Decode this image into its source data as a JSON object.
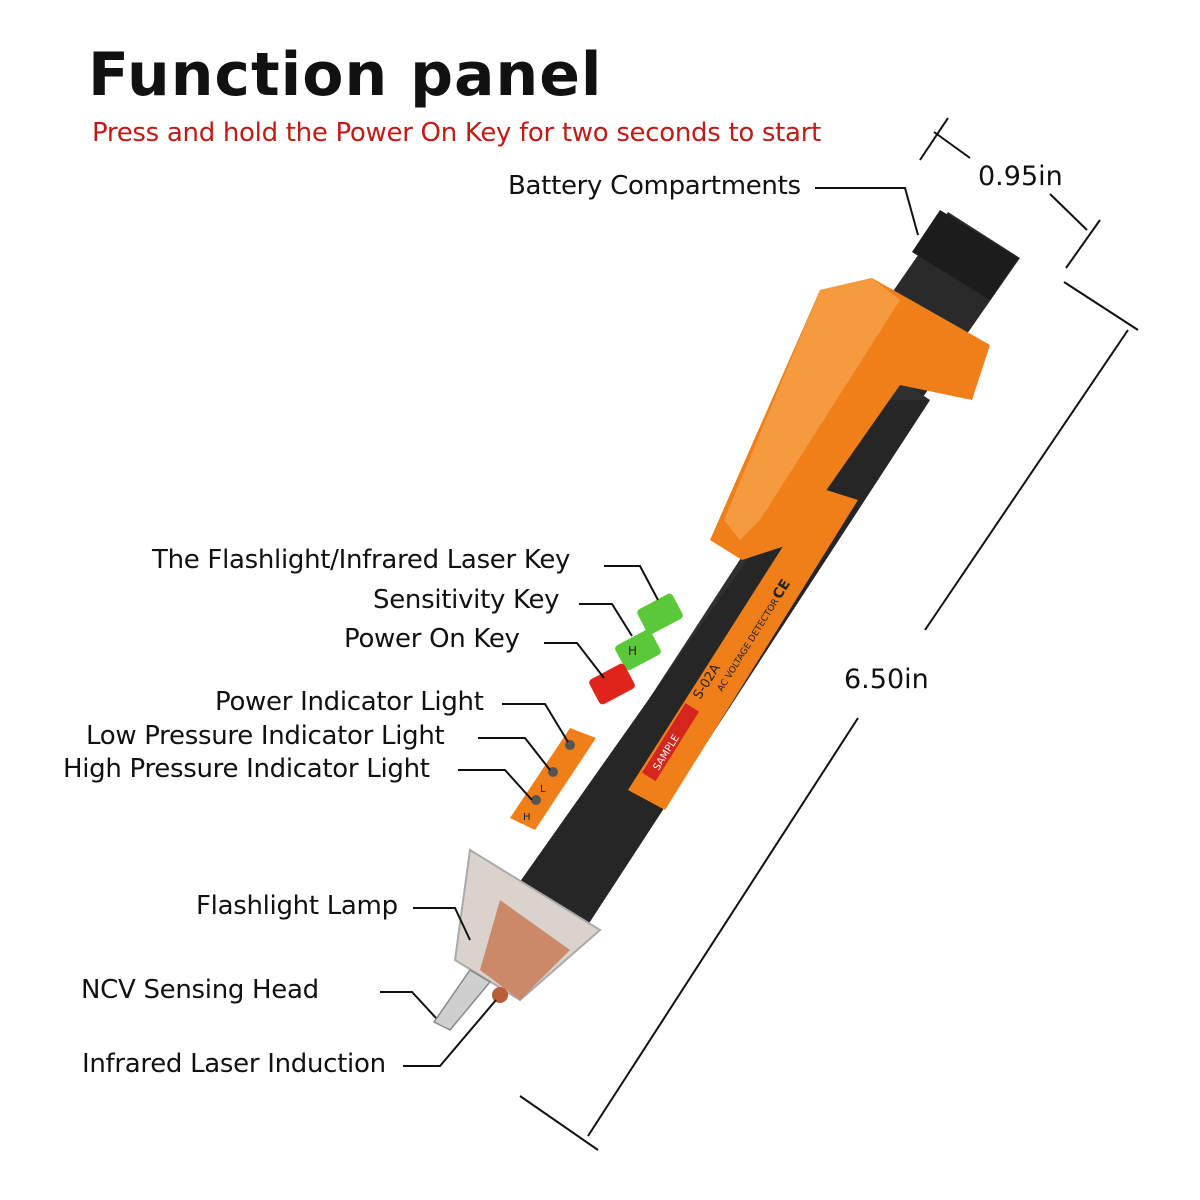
{
  "title": "Function panel",
  "subtitle": "Press and hold the Power On Key for two seconds to start",
  "labels": {
    "battery": "Battery Compartments",
    "flashlight_key": "The Flashlight/Infrared Laser Key",
    "sensitivity_key": "Sensitivity Key",
    "power_key": "Power On Key",
    "power_light": "Power Indicator Light",
    "low_light": "Low Pressure Indicator Light",
    "high_light": "High Pressure Indicator Light",
    "flashlight_lamp": "Flashlight Lamp",
    "ncv_head": "NCV Sensing Head",
    "laser_induction": "Infrared Laser Induction"
  },
  "dimensions": {
    "width": "0.95in",
    "length": "6.50in"
  },
  "device": {
    "model": "S-02A",
    "type": "AC VOLTAGE DETECTOR",
    "brand": "SAMPLE",
    "ce_mark": "CE",
    "button_h": "H",
    "indicator_l": "L",
    "indicator_h": "H"
  },
  "colors": {
    "subtitle": "#c21a14",
    "body": "#2b2b2b",
    "accent": "#f07f1a",
    "green_key": "#5bc83a",
    "red_key": "#e0241b"
  }
}
